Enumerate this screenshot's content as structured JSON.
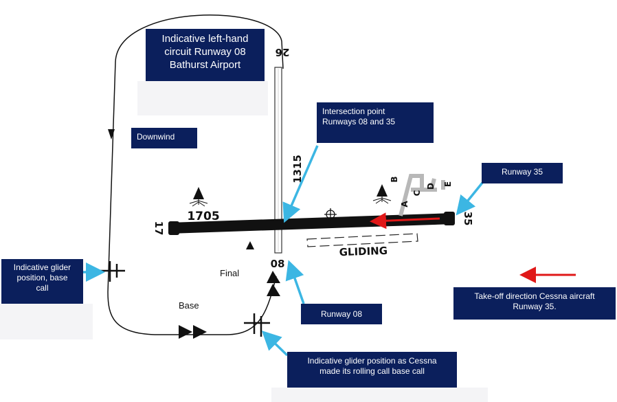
{
  "title_box": {
    "lines": [
      "Indicative left-hand",
      "circuit Runway  08",
      "Bathurst Airport"
    ]
  },
  "callouts": {
    "intersection": {
      "lines": [
        "Intersection point",
        "Runways 08 and 35"
      ]
    },
    "downwind": "Downwind",
    "runway35": "Runway 35",
    "glider_base": {
      "lines": [
        "Indicative glider",
        "position, base",
        "call"
      ]
    },
    "runway08": "Runway 08",
    "glider_rolling": {
      "lines": [
        "Indicative glider position as Cessna",
        "made its rolling call base call"
      ]
    },
    "takeoff": {
      "lines": [
        "Take-off direction Cessna aircraft",
        "Runway 35."
      ]
    }
  },
  "leg_labels": {
    "final": "Final",
    "base": "Base"
  },
  "runway_labels": {
    "r26": "26",
    "r08": "08",
    "r17": "17",
    "r35": "35",
    "len_1315": "1315",
    "len_1705": "1705",
    "gliding": "GLIDING"
  },
  "taxiway_labels": [
    "A",
    "B",
    "C",
    "D",
    "E"
  ],
  "colors": {
    "box_bg": "#0b1f5c",
    "callout_arrow": "#3cb6e3",
    "takeoff_arrow": "#e01818",
    "taxiway": "#b8b8b8"
  }
}
